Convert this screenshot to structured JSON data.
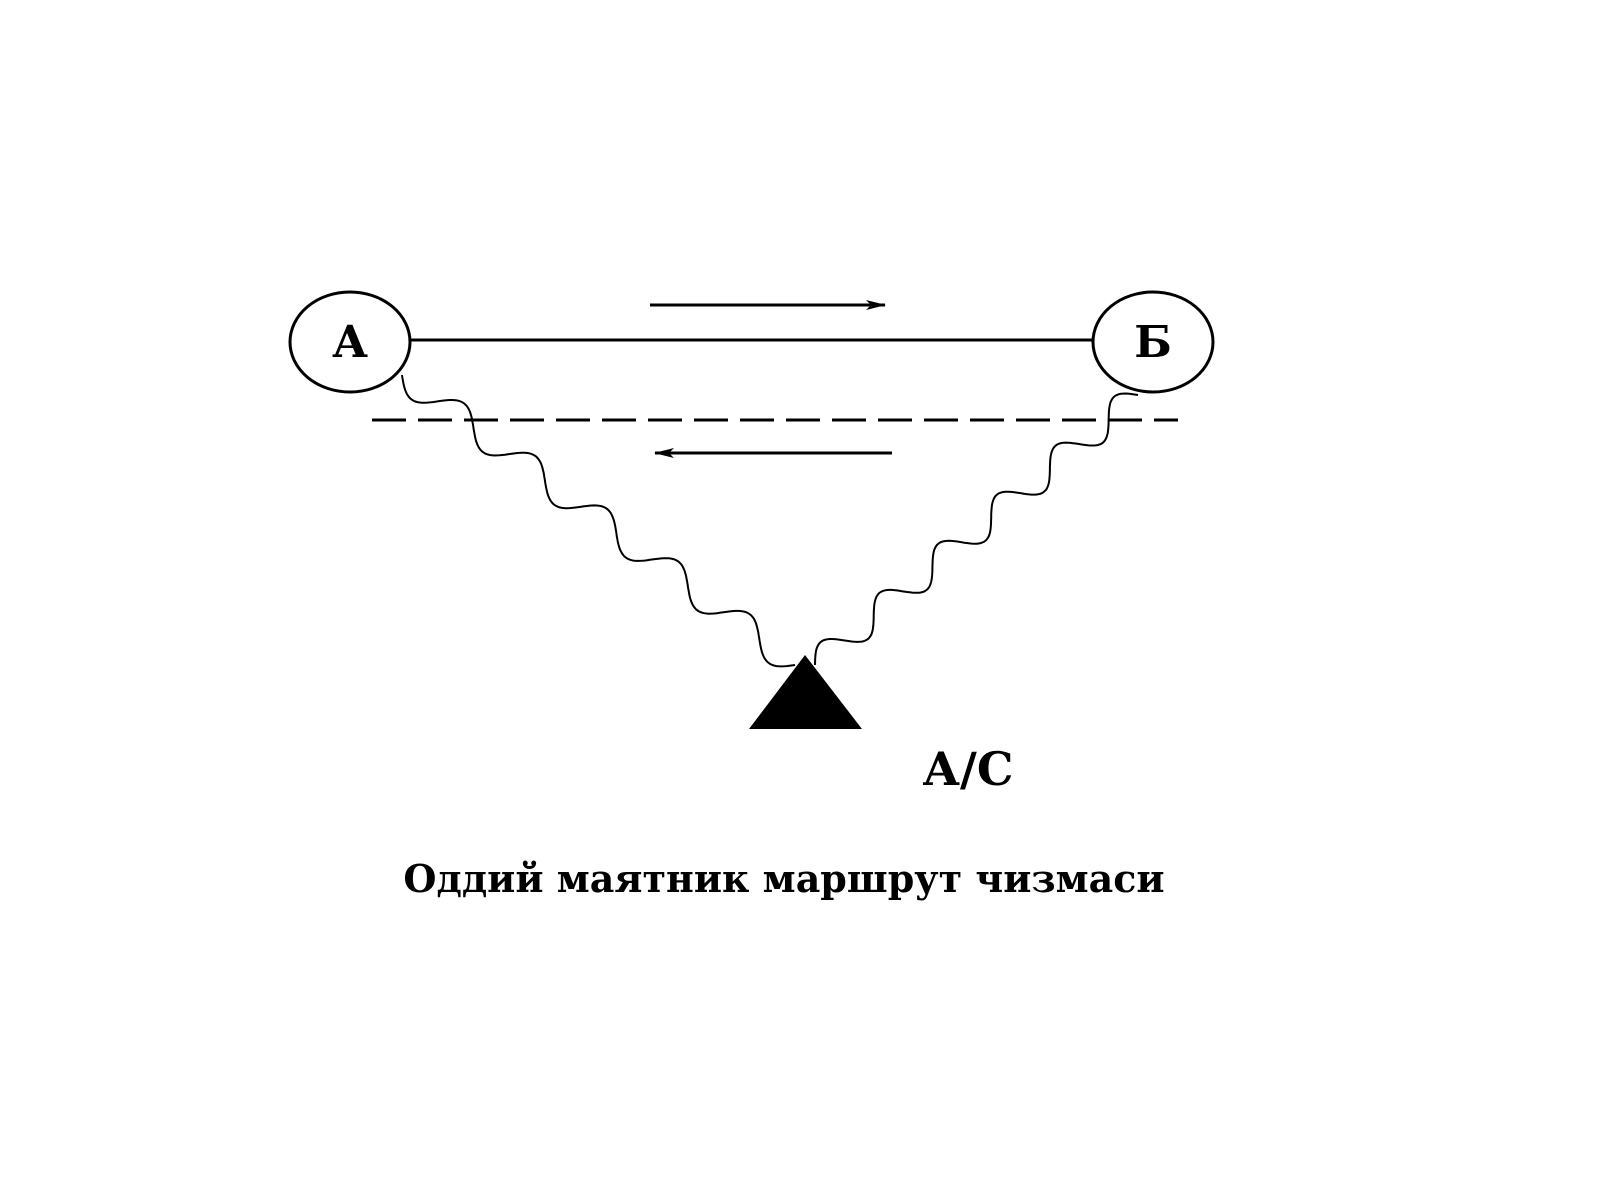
{
  "diagram": {
    "nodes": {
      "a": {
        "label": "А"
      },
      "b": {
        "label": "Б"
      }
    },
    "depot": {
      "label": "А/С"
    },
    "caption": "Оддий маятник маршрут чизмаси",
    "colors": {
      "stroke": "#000000",
      "background": "#ffffff"
    }
  }
}
